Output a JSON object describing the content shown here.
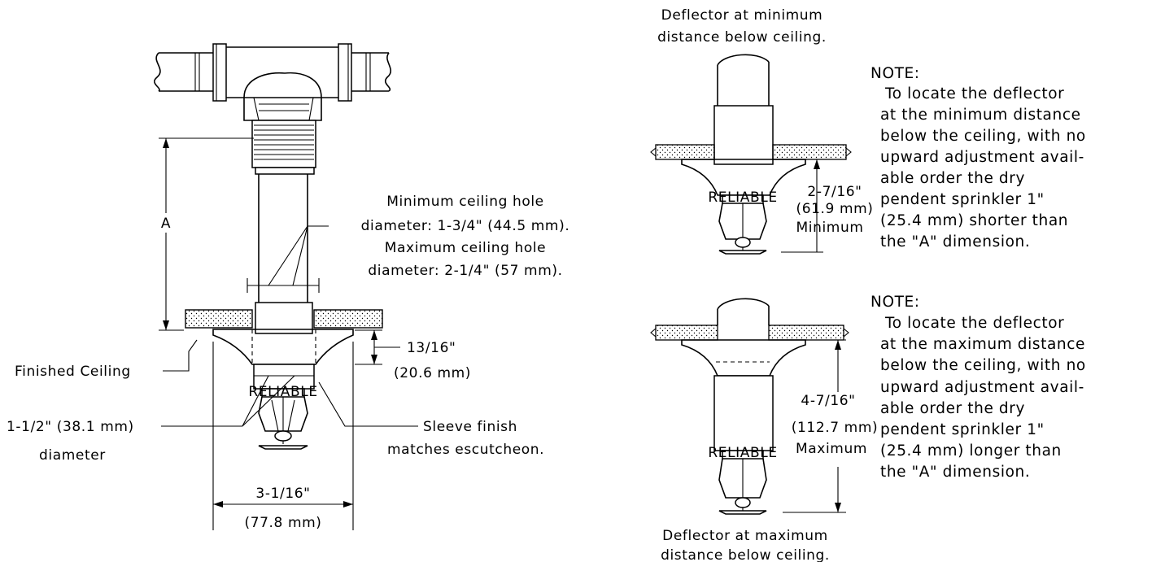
{
  "left_view": {
    "dim_a": "A",
    "hole_lines": [
      "Minimum ceiling hole",
      "diameter: 1-3/4\" (44.5 mm).",
      "Maximum ceiling hole",
      "diameter: 2-1/4\" (57 mm)."
    ],
    "finished_ceiling": "Finished Ceiling",
    "recess_in": "13/16\"",
    "recess_mm": "(20.6 mm)",
    "sleeve_dia_in": "1-1/2\" (38.1 mm)",
    "sleeve_dia_word": "diameter",
    "sleeve_note": [
      "Sleeve finish",
      "matches escutcheon."
    ],
    "esc_in": "3-1/16\"",
    "esc_mm": "(77.8 mm)"
  },
  "top_view": {
    "caption": [
      "Deflector at minimum",
      "distance below ceiling."
    ],
    "dim_in": "2-7/16\"",
    "dim_mm": "(61.9 mm)",
    "dim_word": "Minimum",
    "note_title": "NOTE:",
    "note_lines": [
      "To locate the deflector",
      "at the minimum distance",
      "below the ceiling, with no",
      "upward adjustment avail-",
      "able order the dry",
      "pendent sprinkler 1\"",
      "(25.4 mm) shorter than",
      "the \"A\" dimension."
    ]
  },
  "bottom_view": {
    "caption": [
      "Deflector at maximum",
      "distance below ceiling."
    ],
    "dim_in": "4-7/16\"",
    "dim_mm": "(112.7 mm)",
    "dim_word": "Maximum",
    "note_title": "NOTE:",
    "note_lines": [
      "To locate the deflector",
      "at the maximum distance",
      "below the ceiling, with no",
      "upward adjustment avail-",
      "able order the dry",
      "pendent sprinkler 1\"",
      "(25.4 mm) longer than",
      "the \"A\" dimension."
    ]
  },
  "brand_mark": "RELIABLE"
}
